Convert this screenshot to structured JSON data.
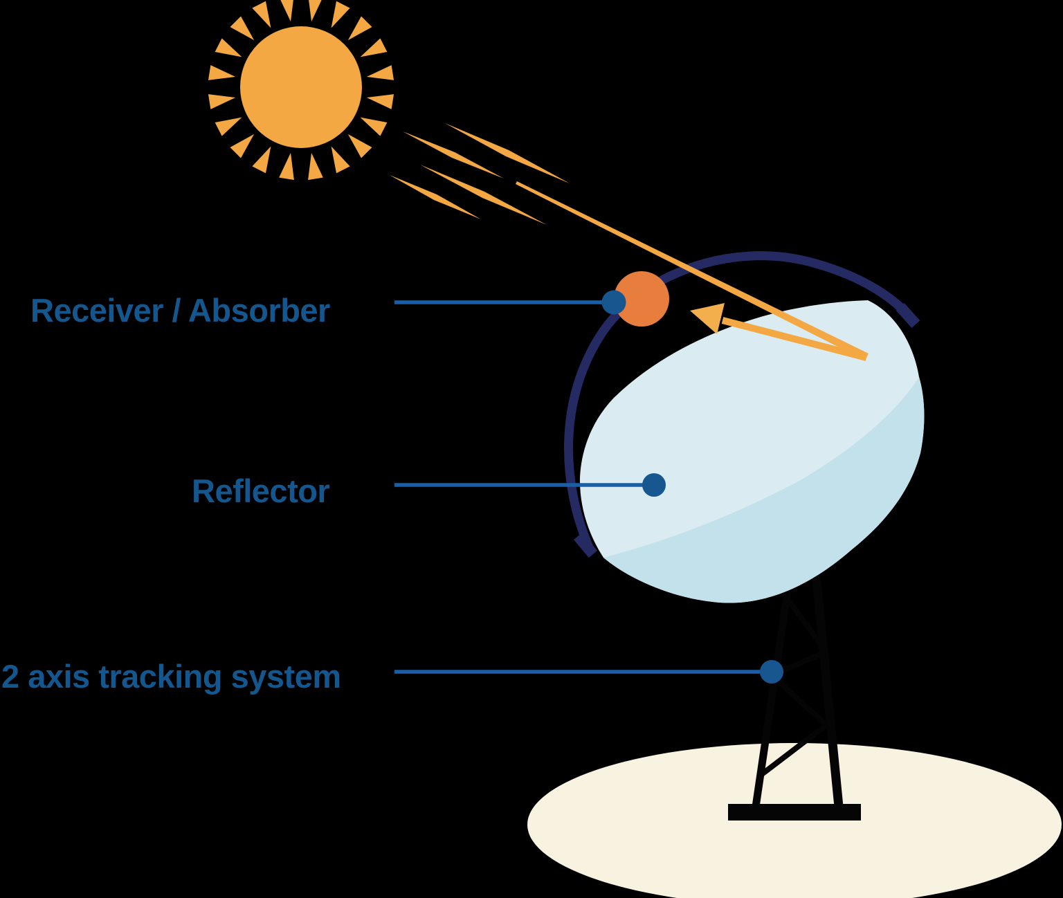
{
  "diagram": {
    "labels": {
      "receiver": "Receiver / Absorber",
      "reflector": "Reflector",
      "tracking": "2 axis tracking system"
    }
  },
  "colors": {
    "background": "#000000",
    "sun": "#F4A843",
    "ray": "#F4A843",
    "arrowhead": "#F3AF4C",
    "receiver_sphere": "#E87E3D",
    "ring_navy": "#252A63",
    "label_line": "#1A5EA5",
    "label_dot": "#17568F",
    "label_text": "#14578F",
    "dish_light": "#DAECF2",
    "dish_shade": "#C3E1EA",
    "ground": "#F8F2E1",
    "tower": "#050505"
  }
}
